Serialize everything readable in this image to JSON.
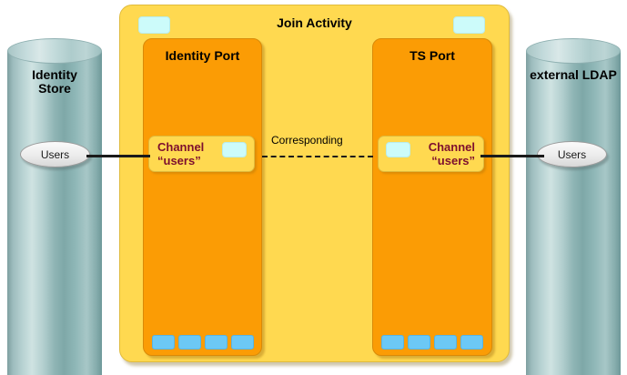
{
  "diagram": {
    "title": "Join Activity",
    "colors": {
      "activity_yellow": "#ffd950",
      "port_orange": "#fb9c05",
      "chip_cyan": "#ccfbfa",
      "blue_square": "#6cc8f5",
      "cylinder_teal": "#8fb5b5",
      "channel_text": "#7d0f2e"
    },
    "stores": [
      {
        "name": "identity-store",
        "label_line1": "Identity",
        "label_line2": "Store",
        "pill_label": "Users"
      },
      {
        "name": "external-ldap",
        "label_line1": "external LDAP",
        "label_line2": "",
        "pill_label": "Users"
      }
    ],
    "ports": [
      {
        "name": "identity-port",
        "title": "Identity Port",
        "channel": {
          "line1": "Channel",
          "line2": "“users”"
        },
        "footer_squares": 4
      },
      {
        "name": "ts-port",
        "title": "TS Port",
        "channel": {
          "line1": "Channel",
          "line2": "“users”"
        },
        "footer_squares": 4
      }
    ],
    "connector": {
      "label": "Corresponding",
      "style": "dashed"
    }
  }
}
